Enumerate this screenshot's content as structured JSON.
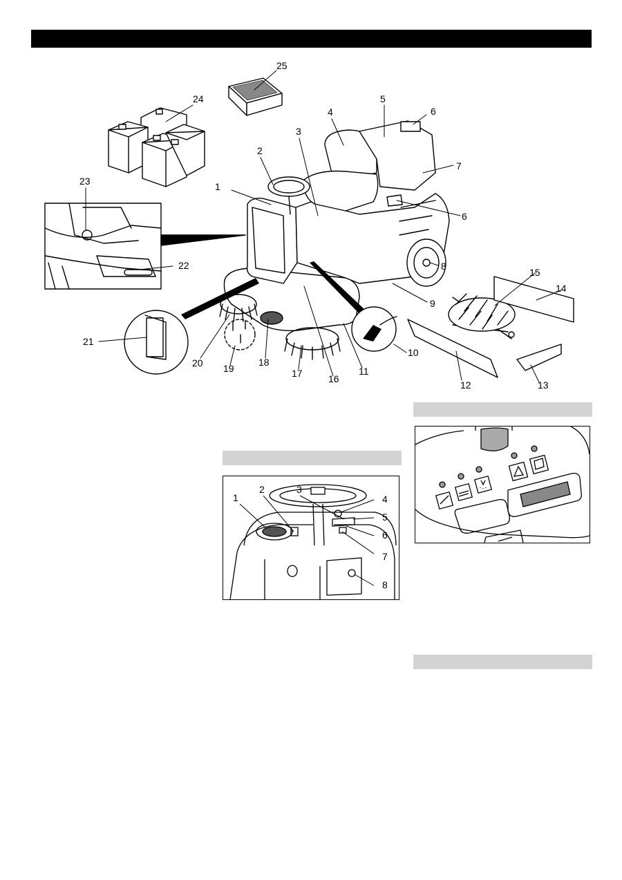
{
  "header": {
    "bar_color": "#000000"
  },
  "section_bar_color": "#d3d3d3",
  "main_figure": {
    "callouts": [
      "1",
      "2",
      "3",
      "4",
      "5",
      "6",
      "7",
      "6",
      "8",
      "9",
      "10",
      "11",
      "12",
      "13",
      "14",
      "15",
      "16",
      "17",
      "18",
      "19",
      "20",
      "21",
      "22",
      "23",
      "24",
      "25"
    ]
  },
  "control_figure": {
    "callouts": [
      "1",
      "2",
      "3",
      "4",
      "5",
      "6",
      "7",
      "8"
    ]
  },
  "panel_figure": {
    "led_color": "#9a9a9a"
  }
}
